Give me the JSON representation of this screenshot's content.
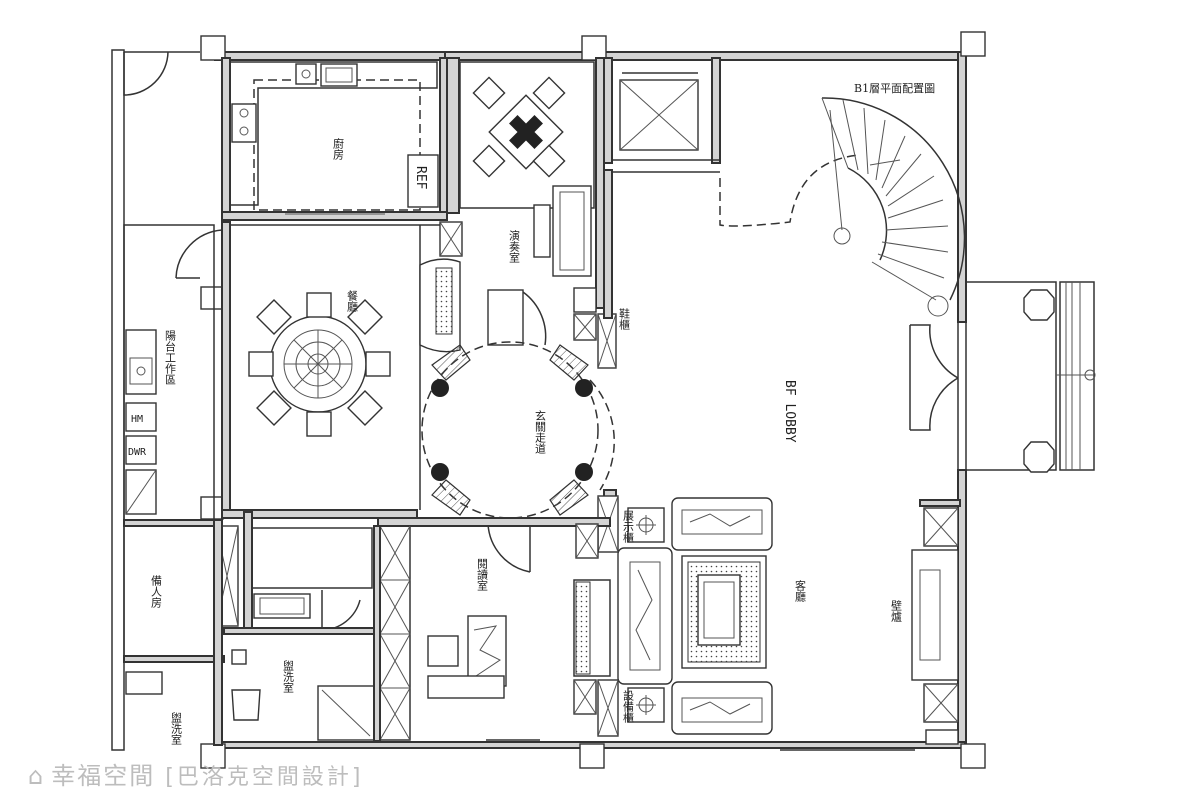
{
  "plan": {
    "title": "B1層平面配置圖",
    "lobby_label": "BF LOBBY",
    "rooms": {
      "kitchen": "廚房",
      "piano": "演奏室",
      "dining": "餐廳",
      "foyer": "玄關走道",
      "study": "閱讀室",
      "living": "客廳",
      "helper": "備人房",
      "work_area": "陽台工作區",
      "bath": "盥洗室",
      "bath_small": "盥洗室",
      "shoe_cabinet": "鞋櫃",
      "display_cabinet": "展示櫃",
      "equipment_cabinet": "設備櫃",
      "fireplace_wall": "壁爐"
    },
    "appliances": {
      "ref": "REF",
      "hm": "HM",
      "dwr": "DWR"
    }
  },
  "watermark": {
    "brand": "幸福空間",
    "credit": "[巴洛克空間設計]"
  }
}
